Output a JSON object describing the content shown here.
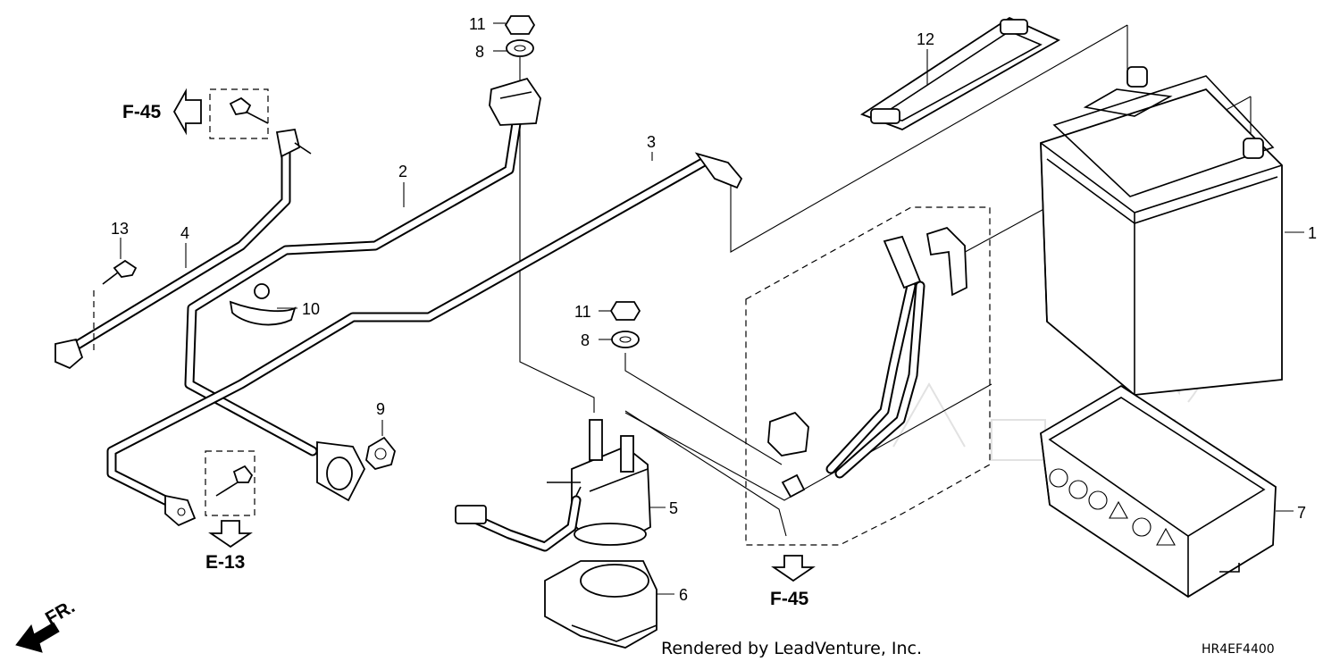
{
  "callouts": {
    "c1": "1",
    "c2": "2",
    "c3": "3",
    "c4": "4",
    "c5": "5",
    "c6": "6",
    "c7": "7",
    "c8a": "8",
    "c8b": "8",
    "c9": "9",
    "c10": "10",
    "c11a": "11",
    "c11b": "11",
    "c12": "12",
    "c13": "13"
  },
  "references": {
    "f45_top": "F-45",
    "f45_bottom": "F-45",
    "e13": "E-13",
    "front": "FR."
  },
  "footer": {
    "credit": "Rendered by LeadVenture, Inc.",
    "diagram_code": "HR4EF4400"
  },
  "icons": {
    "direction_arrow": "arrow-icon",
    "front_arrow": "front-direction-icon",
    "watermark": "brand-watermark-icon"
  }
}
